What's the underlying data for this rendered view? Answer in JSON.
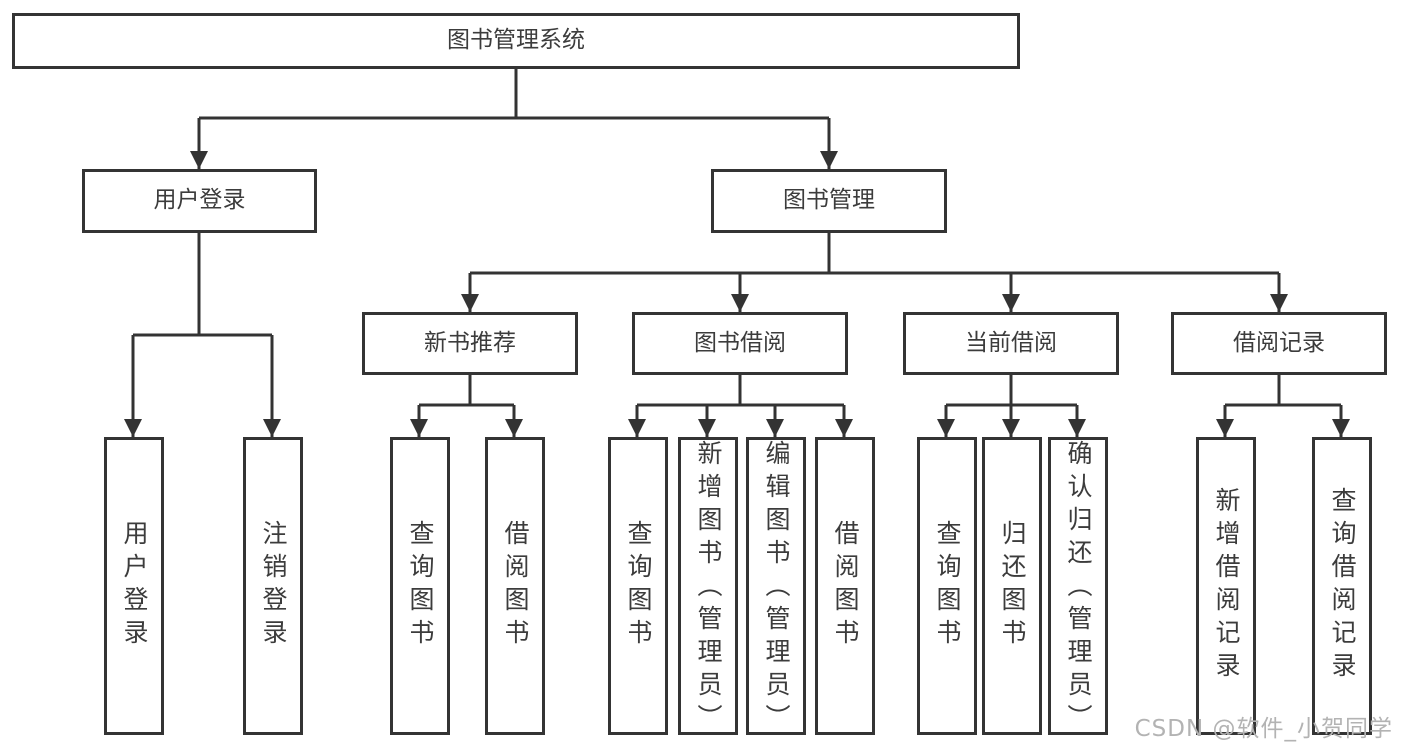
{
  "tree": {
    "root": {
      "label": "图书管理系统"
    },
    "branches": [
      {
        "label": "用户登录",
        "children": [
          {
            "label": "用户登录"
          },
          {
            "label": "注销登录"
          }
        ]
      },
      {
        "label": "图书管理",
        "children": [
          {
            "label": "新书推荐",
            "children": [
              {
                "label": "查询图书"
              },
              {
                "label": "借阅图书"
              }
            ]
          },
          {
            "label": "图书借阅",
            "children": [
              {
                "label": "查询图书"
              },
              {
                "label": "新增图书（管理员）"
              },
              {
                "label": "编辑图书（管理员）"
              },
              {
                "label": "借阅图书"
              }
            ]
          },
          {
            "label": "当前借阅",
            "children": [
              {
                "label": "查询图书"
              },
              {
                "label": "归还图书"
              },
              {
                "label": "确认归还（管理员）"
              }
            ]
          },
          {
            "label": "借阅记录",
            "children": [
              {
                "label": "新增借阅记录"
              },
              {
                "label": "查询借阅记录"
              }
            ]
          }
        ]
      }
    ]
  },
  "watermark": "CSDN @软件_小贺同学",
  "colors": {
    "line": "#333333",
    "box_border": "#343434",
    "text": "#3c3c3c",
    "watermark": "#b3b3b3",
    "background": "#ffffff"
  }
}
